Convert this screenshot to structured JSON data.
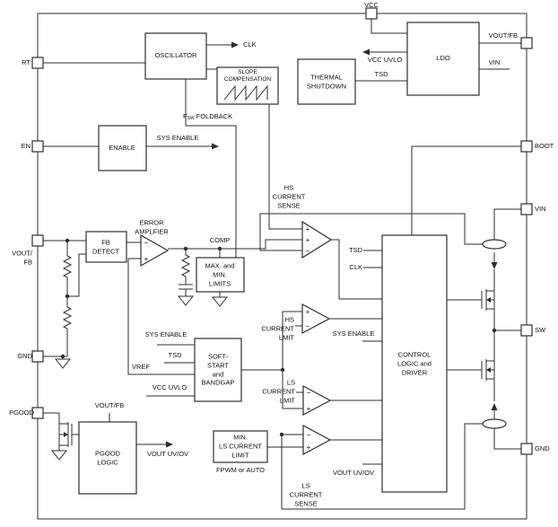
{
  "pins": {
    "rt": "RT",
    "en": "EN",
    "vout_fb_left": "VOUT/\nFB",
    "gnd_left": "GND",
    "pgood": "PGOOD",
    "vcc": "VCC",
    "vout_fb_right": "VOUT/FB",
    "boot": "BOOT",
    "vin": "VIN",
    "sw": "SW",
    "gnd_right": "GND"
  },
  "blocks": {
    "oscillator": "OSCILLATOR",
    "slope_compensation": "SLOPE\nCOMPENSATION",
    "enable": "ENABLE",
    "thermal_shutdown": "THERMAL\nSHUTDOWN",
    "ldo": "LDO",
    "fb_detect": "FB\nDETECT",
    "max_min_limits": "MAX. and\nMIN.\nLIMITS",
    "soft_start": "SOFT-\nSTART\nand\nBANDGAP",
    "control": "CONTROL\nLOGIC and\nDRIVER",
    "pgood_logic": "PGOOD\nLOGIC",
    "min_ls_limit": "MIN.\nLS CURRENT\nLIMIT"
  },
  "signals": {
    "clk": "CLK",
    "sys_enable": "SYS ENABLE",
    "fsw_f": "F",
    "fsw_sub": "SW",
    "fsw_rest": " FOLDBACK",
    "vcc_uvlo": "VCC UVLO",
    "tsd": "TSD",
    "vref": "VREF",
    "comp": "COMP",
    "error_amplifier": "ERROR\nAMPLFIER",
    "hs_current_sense": "HS\nCURRENT\nSENSE",
    "hs_current_limit": "HS\nCURRENT\nLMIT",
    "ls_current_limit": "LS\nCURRENT\nLMIT",
    "ls_current_sense": "LS\nCURRENT\nSENSE",
    "vout_uvov": "VOUT UV/OV",
    "fpwm_or_auto": "FPWM or AUTO",
    "vout_fb": "VOUT/FB",
    "vin": "VIN"
  },
  "comparator_signs": {
    "plus": "+",
    "minus": "−"
  }
}
